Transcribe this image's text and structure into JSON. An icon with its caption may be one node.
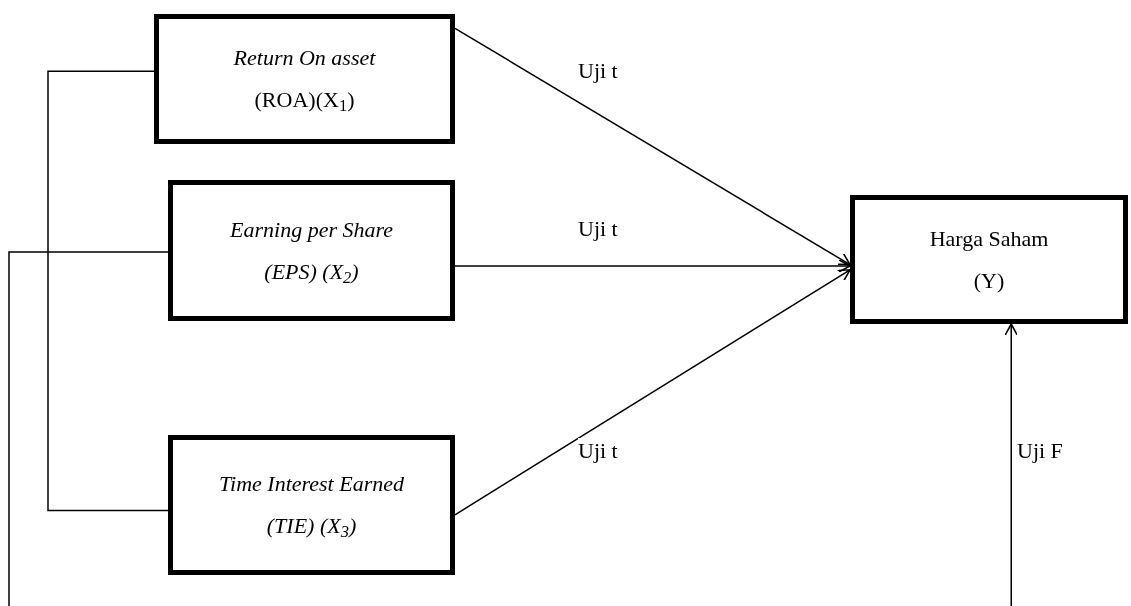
{
  "diagram": {
    "nodes": [
      {
        "text": [
          "Return On asset",
          "(ROA)(X$_{1}$)"
        ]
      },
      {
        "text": [
          "Earning per Share",
          "(EPS) (X$_{2}$)"
        ]
      },
      {
        "text": [
          "Time Interest Earned",
          "(TIE) (X$_{3}$)"
        ]
      },
      {
        "text": [
          "Harga Saham",
          "(Y)"
        ]
      }
    ],
    "edges": [
      {
        "from": 0,
        "to": 3,
        "arrow": "to",
        "label": "Uji t"
      },
      {
        "from": 1,
        "to": 3,
        "arrow": "to",
        "label": "Uji t"
      },
      {
        "from": 2,
        "to": 3,
        "arrow": "to",
        "label": "Uji t"
      },
      {
        "from": 0,
        "to": 2,
        "arrow": "none"
      },
      {
        "from": 1,
        "to": null,
        "arrow": "none"
      },
      {
        "from": null,
        "to": 3,
        "arrow": "to",
        "label": "Uji F"
      }
    ]
  }
}
